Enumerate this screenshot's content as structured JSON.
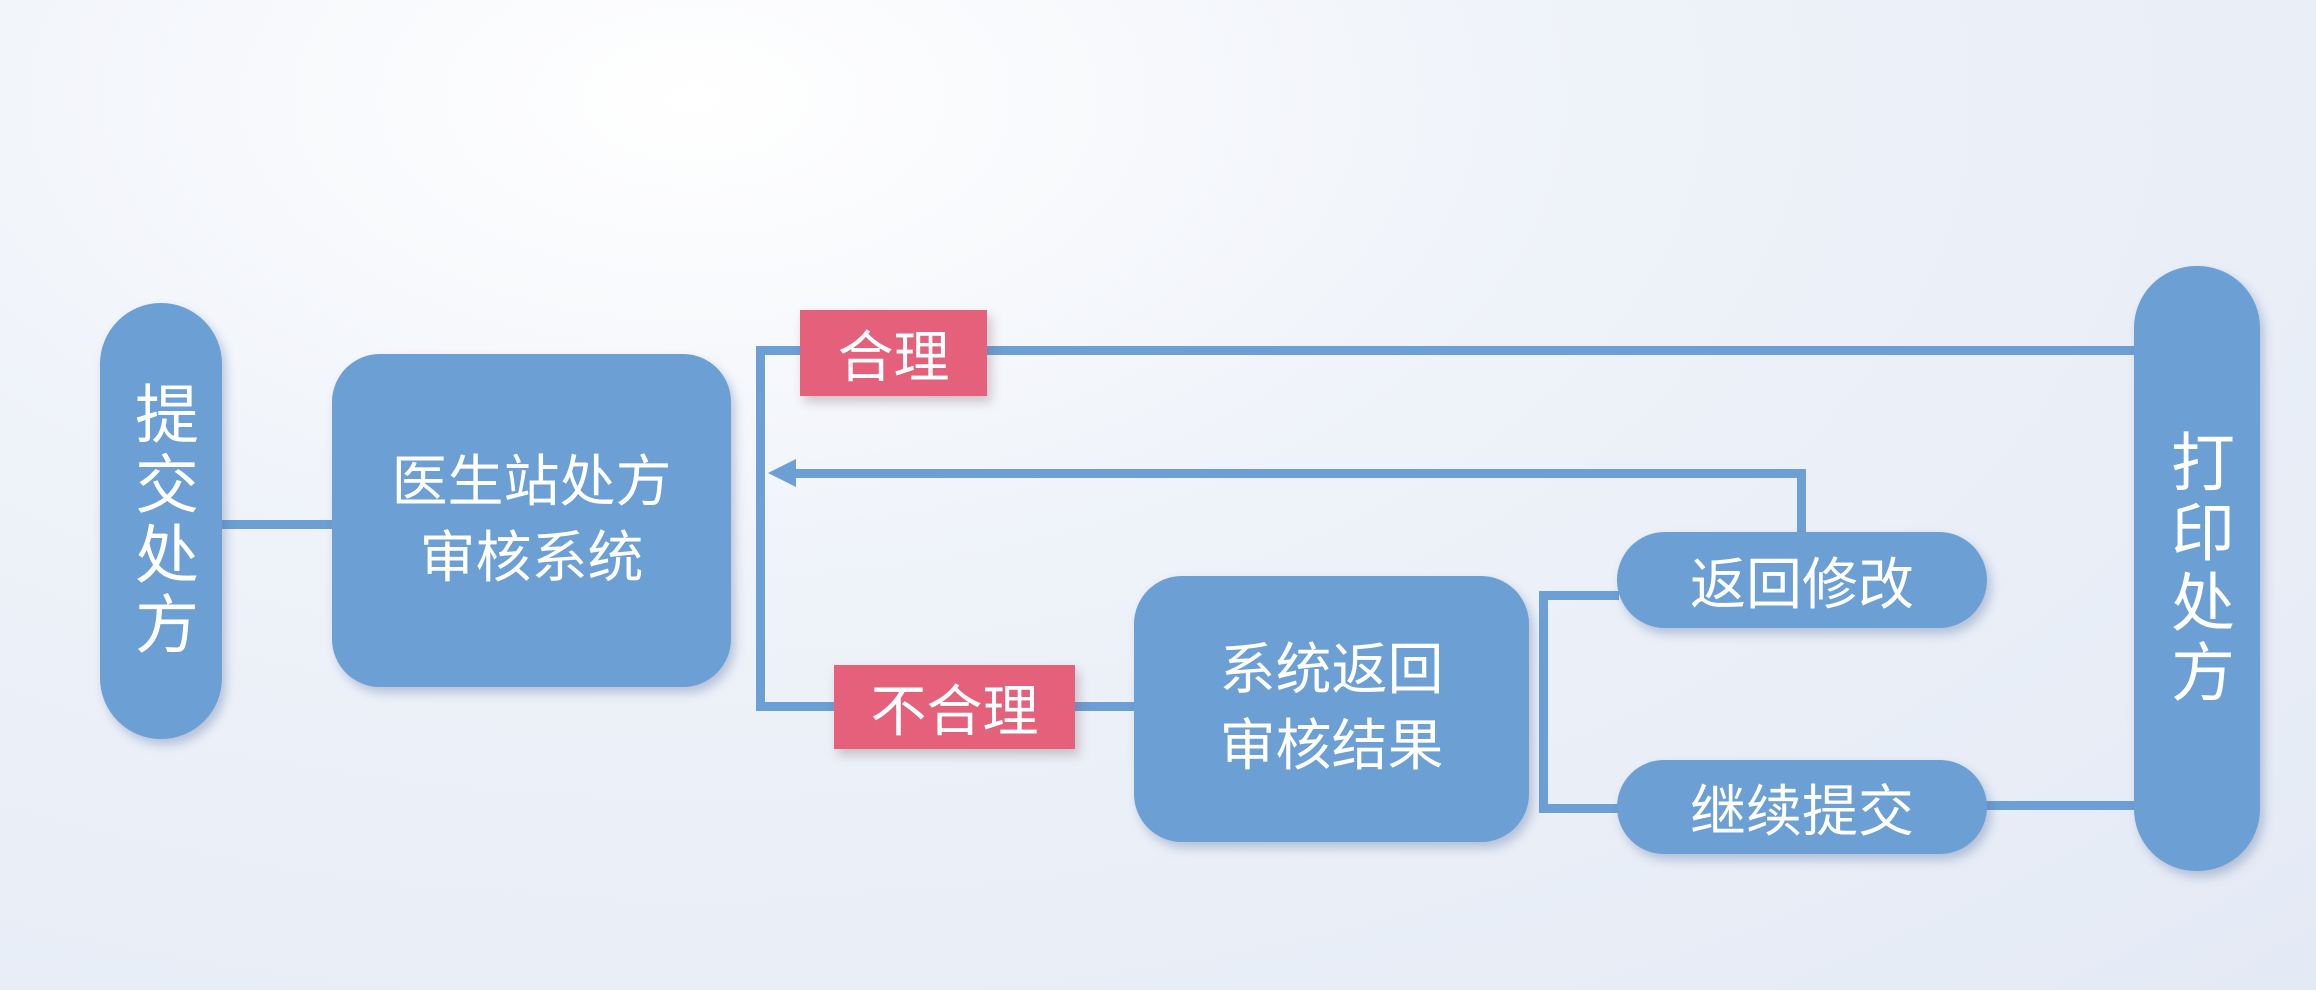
{
  "nodes": {
    "submit": "提交处方",
    "audit_system": "医生站处方审核系统",
    "audit_system_line1": "医生站处方",
    "audit_system_line2": "审核系统",
    "return_result_line1": "系统返回",
    "return_result_line2": "审核结果",
    "return_modify": "返回修改",
    "continue_submit": "继续提交",
    "print": "打印处方"
  },
  "labels": {
    "reasonable": "合理",
    "unreasonable": "不合理"
  },
  "colors": {
    "node": "#6c9fd3",
    "tag": "#e5607a",
    "line": "#6c9fd3"
  }
}
